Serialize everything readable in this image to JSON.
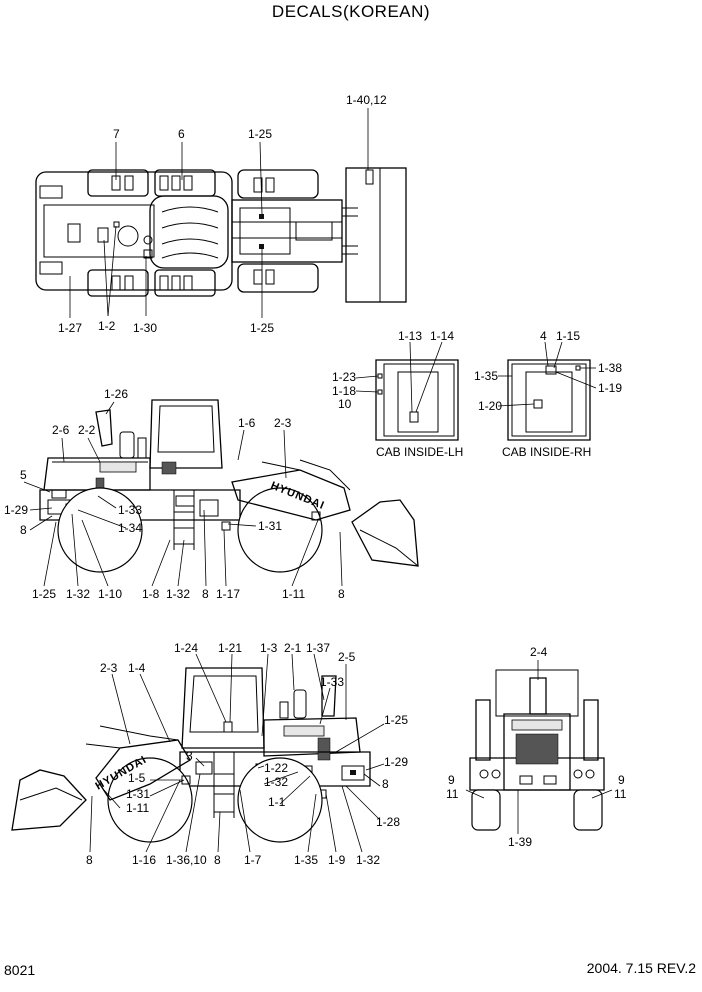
{
  "title": "DECALS(KOREAN)",
  "page_number": "8021",
  "revision": "2004. 7.15  REV.2",
  "captions": {
    "cab_lh": "CAB INSIDE-LH",
    "cab_rh": "CAB INSIDE-RH"
  },
  "brand_text": "HYUNDAI",
  "callouts": {
    "top": [
      "7",
      "6",
      "1-25",
      "1-40,12",
      "1-27",
      "1-2",
      "1-30",
      "1-25"
    ],
    "cab_lh": [
      "1-13",
      "1-14",
      "1-23",
      "1-18",
      "10"
    ],
    "cab_rh": [
      "4",
      "1-15",
      "1-35",
      "1-38",
      "1-19",
      "1-20"
    ],
    "left_side": [
      "1-26",
      "2-6",
      "2-2",
      "1-6",
      "2-3",
      "5",
      "1-29",
      "8",
      "1-33",
      "1-34",
      "1-31",
      "1-25",
      "1-32",
      "1-10",
      "1-8",
      "1-32",
      "8",
      "1-17",
      "1-11",
      "8"
    ],
    "right_side": [
      "1-24",
      "1-21",
      "1-3",
      "2-1",
      "1-37",
      "2-5",
      "2-3",
      "1-4",
      "1-33",
      "1-25",
      "3",
      "1-22",
      "1-29",
      "1-5",
      "1-32",
      "8",
      "1-31",
      "1-1",
      "1-11",
      "1-28",
      "8",
      "1-16",
      "1-36,10",
      "8",
      "1-7",
      "1-35",
      "1-9",
      "1-32"
    ],
    "rear": [
      "2-4",
      "9",
      "11",
      "9",
      "11",
      "1-39"
    ]
  }
}
